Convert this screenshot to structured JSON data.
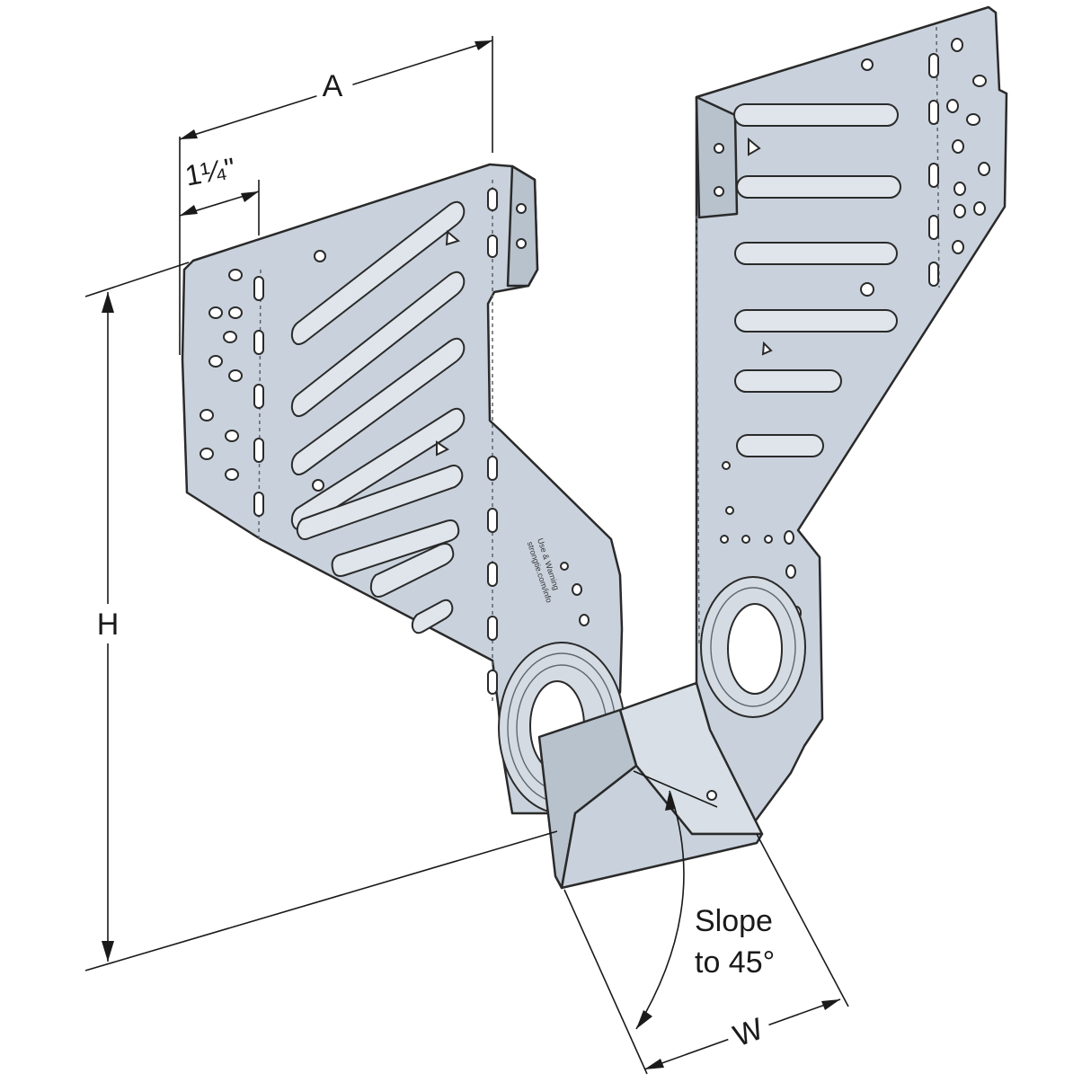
{
  "labels": {
    "dim_a": "A",
    "dim_one_quarter": "1¼\"",
    "dim_h": "H",
    "dim_w": "W",
    "slope_line1": "Slope",
    "slope_line2": "to 45°"
  },
  "stamp": {
    "line1": "Use & Warning",
    "line2": "strongtie.com/info"
  }
}
